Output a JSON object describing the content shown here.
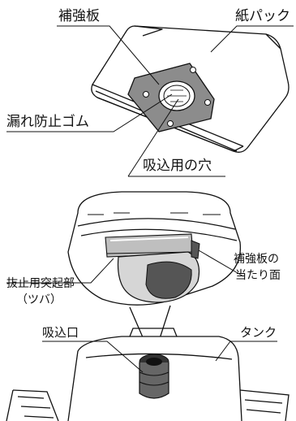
{
  "labels": {
    "reinforcement_plate": "補強板",
    "paper_pack": "紙パック",
    "leak_stop_rubber": "漏れ防止ゴム",
    "suction_hole": "吸込用の穴",
    "plate_contact_1": "補強板の",
    "plate_contact_2": "当たり面",
    "flange_1": "抜止用突起部",
    "flange_2": "（ツバ）",
    "suction_port": "吸込口",
    "tank": "タンク"
  },
  "colors": {
    "line": "#111111",
    "plate_gray": "#8c8c8c",
    "shadow_gray": "#555555",
    "light_gray": "#d6d6d6"
  }
}
